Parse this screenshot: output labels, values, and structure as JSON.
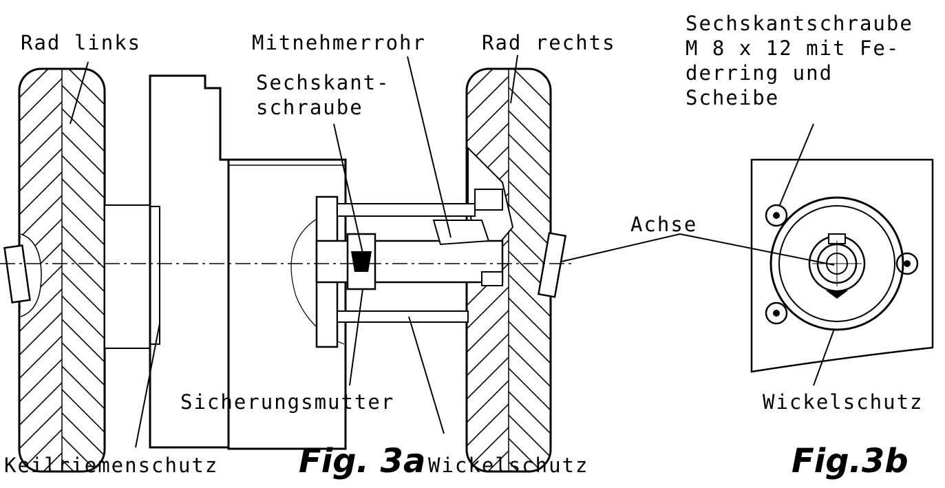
{
  "labels": {
    "rad_links": "Rad links",
    "mitnehmerrohr": "Mitnehmerrohr",
    "rad_rechts": "Rad rechts",
    "sechskantschraube_a": [
      "Sechskant-",
      "schraube"
    ],
    "sechskantschraube_b": [
      "Sechskantschraube",
      "M 8 x 12 mit Fe-",
      "derring und",
      "Scheibe"
    ],
    "achse": "Achse",
    "sicherungsmutter": "Sicherungsmutter",
    "wickelschutz_a": "Wickelschutz",
    "wickelschutz_b": "Wickelschutz",
    "keilriemenschutz": "Keilriemenschutz"
  },
  "figures": {
    "fig_a": "Fig. 3a",
    "fig_b": "Fig.3b"
  }
}
